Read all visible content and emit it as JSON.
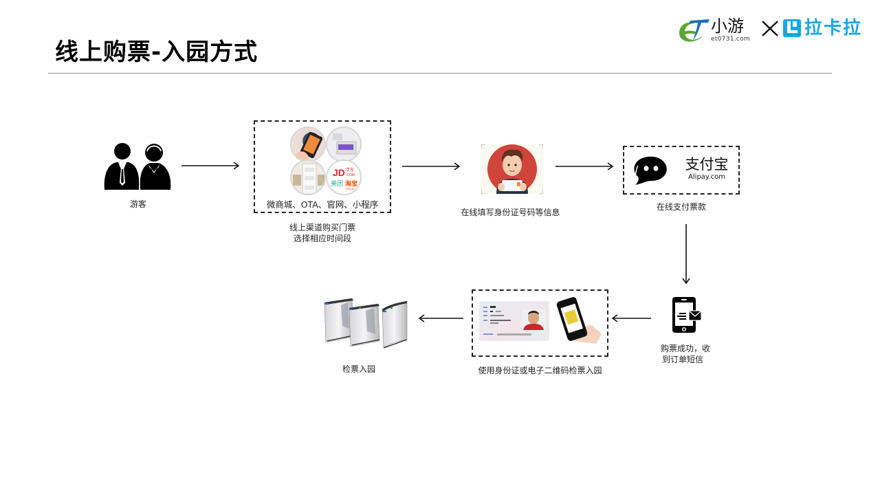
{
  "slide": {
    "title": "线上购票-入园方式"
  },
  "logos": {
    "partner1": {
      "name": "小游",
      "url": "et0731.com",
      "colors": {
        "green": "#5aa832",
        "blue": "#1d6fb8"
      }
    },
    "separator": "×",
    "partner2": {
      "name": "拉卡拉",
      "color": "#1aa7e8"
    }
  },
  "flow": {
    "steps": [
      {
        "id": "visitor",
        "icon": "visitors-icon",
        "label": "游客"
      },
      {
        "id": "channels",
        "icon": "channels-collage",
        "inner_label": "微商城、OTA、官网、小程序",
        "label_lines": [
          "线上渠道购买门票",
          "选择相应时间段"
        ],
        "channel_tiles": [
          "手机下单",
          "网站",
          "小程序",
          "京东/美团/淘宝"
        ]
      },
      {
        "id": "fill-info",
        "icon": "user-avatar-icon",
        "label": "在线填写身份证号码等信息"
      },
      {
        "id": "pay",
        "icon": "payment-icons",
        "inner_wechat": "wechat-icon",
        "alipay_name": "支付宝",
        "alipay_url": "Alipay.com",
        "label": "在线支付票款"
      },
      {
        "id": "sms",
        "icon": "phone-message-icon",
        "label_lines": [
          "购票成功，收",
          "到订单短信"
        ]
      },
      {
        "id": "verify",
        "icon": "id-card-qr-icon",
        "label": "使用身份证或电子二维码检票入园"
      },
      {
        "id": "enter",
        "icon": "turnstile-gates",
        "label": "检票入园"
      }
    ]
  }
}
